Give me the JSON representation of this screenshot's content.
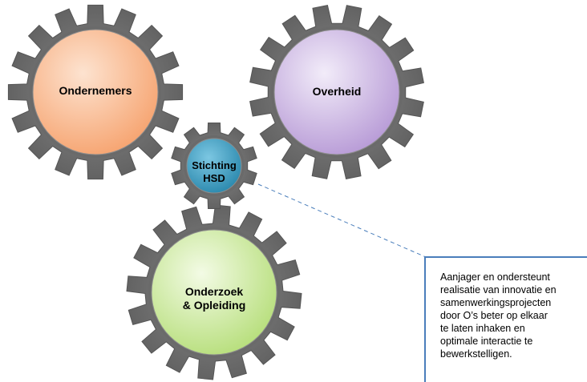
{
  "gears": {
    "ondernemers": {
      "label": "Ondernemers",
      "color": "#f9b88e"
    },
    "overheid": {
      "label": "Overheid",
      "color": "#c9b3e0"
    },
    "stichting": {
      "line1": "Stichting",
      "line2": "HSD",
      "color": "#3b9fc4"
    },
    "onderzoek": {
      "line1": "Onderzoek",
      "line2": "& Opleiding",
      "color": "#c9e89b"
    }
  },
  "callout": {
    "text": "Aanjager en ondersteunt\nrealisatie van innovatie en\nsamenwerkingsprojecten\ndoor O’s beter op elkaar\nte laten inhaken en\noptimale interactie te\nbewerkstelligen."
  },
  "colors": {
    "gear_body": "#707070",
    "connector": "#4a7ebb"
  }
}
